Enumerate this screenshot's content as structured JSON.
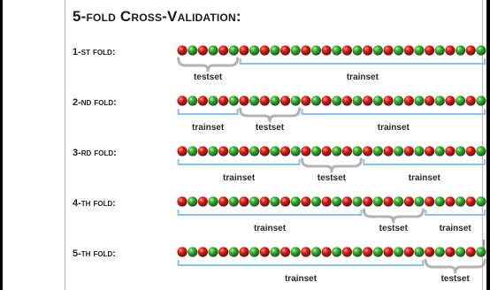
{
  "title": "5-fold Cross-Validation:",
  "ball_count": 30,
  "colors": {
    "red": "#c01818",
    "green": "#2e9e2e",
    "brace": "#b3b3b3",
    "trainset_line": "#8fc0e8"
  },
  "folds": [
    {
      "label": "1-st fold:",
      "test_range": [
        0,
        6
      ],
      "segments": [
        {
          "kind": "testset",
          "from": 0,
          "to": 6,
          "label": "testset"
        },
        {
          "kind": "trainset",
          "from": 6,
          "to": 30,
          "label": "trainset"
        }
      ]
    },
    {
      "label": "2-nd fold:",
      "test_range": [
        6,
        12
      ],
      "segments": [
        {
          "kind": "trainset",
          "from": 0,
          "to": 6,
          "label": "trainset"
        },
        {
          "kind": "testset",
          "from": 6,
          "to": 12,
          "label": "testset"
        },
        {
          "kind": "trainset",
          "from": 12,
          "to": 30,
          "label": "trainset"
        }
      ]
    },
    {
      "label": "3-rd fold:",
      "test_range": [
        12,
        18
      ],
      "segments": [
        {
          "kind": "trainset",
          "from": 0,
          "to": 12,
          "label": "trainset"
        },
        {
          "kind": "testset",
          "from": 12,
          "to": 18,
          "label": "testset"
        },
        {
          "kind": "trainset",
          "from": 18,
          "to": 30,
          "label": "trainset"
        }
      ]
    },
    {
      "label": "4-th fold:",
      "test_range": [
        18,
        24
      ],
      "segments": [
        {
          "kind": "trainset",
          "from": 0,
          "to": 18,
          "label": "trainset"
        },
        {
          "kind": "testset",
          "from": 18,
          "to": 24,
          "label": "testset"
        },
        {
          "kind": "trainset",
          "from": 24,
          "to": 30,
          "label": "trainset"
        }
      ]
    },
    {
      "label": "5-th fold:",
      "test_range": [
        24,
        30
      ],
      "segments": [
        {
          "kind": "trainset",
          "from": 0,
          "to": 24,
          "label": "trainset"
        },
        {
          "kind": "testset",
          "from": 24,
          "to": 30,
          "label": "testset"
        }
      ]
    }
  ]
}
